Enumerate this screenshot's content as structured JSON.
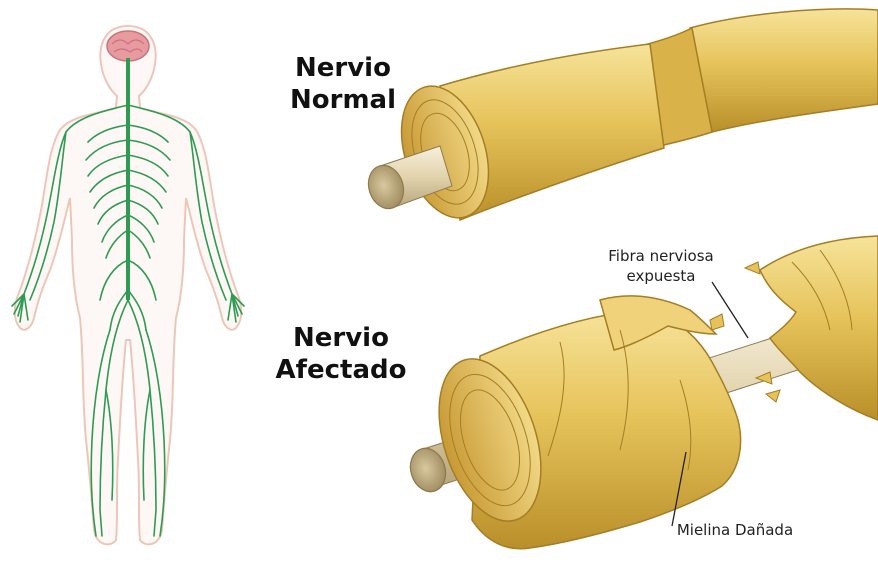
{
  "labels": {
    "normal_line1": "Nervio",
    "normal_line2": "Normal",
    "afectado_line1": "Nervio",
    "afectado_line2": "Afectado",
    "fibra_line1": "Fibra nerviosa",
    "fibra_line2": "expuesta",
    "mielina": "Mielina Dañada"
  },
  "colors": {
    "nerve_green": "#2f9a52",
    "brain_pink": "#e79aa0",
    "body_outline": "#ecc7b9",
    "myelin_yellow": "#e6c35a",
    "myelin_shadow": "#b98f2a",
    "axon_cream": "#e9dcbb"
  }
}
